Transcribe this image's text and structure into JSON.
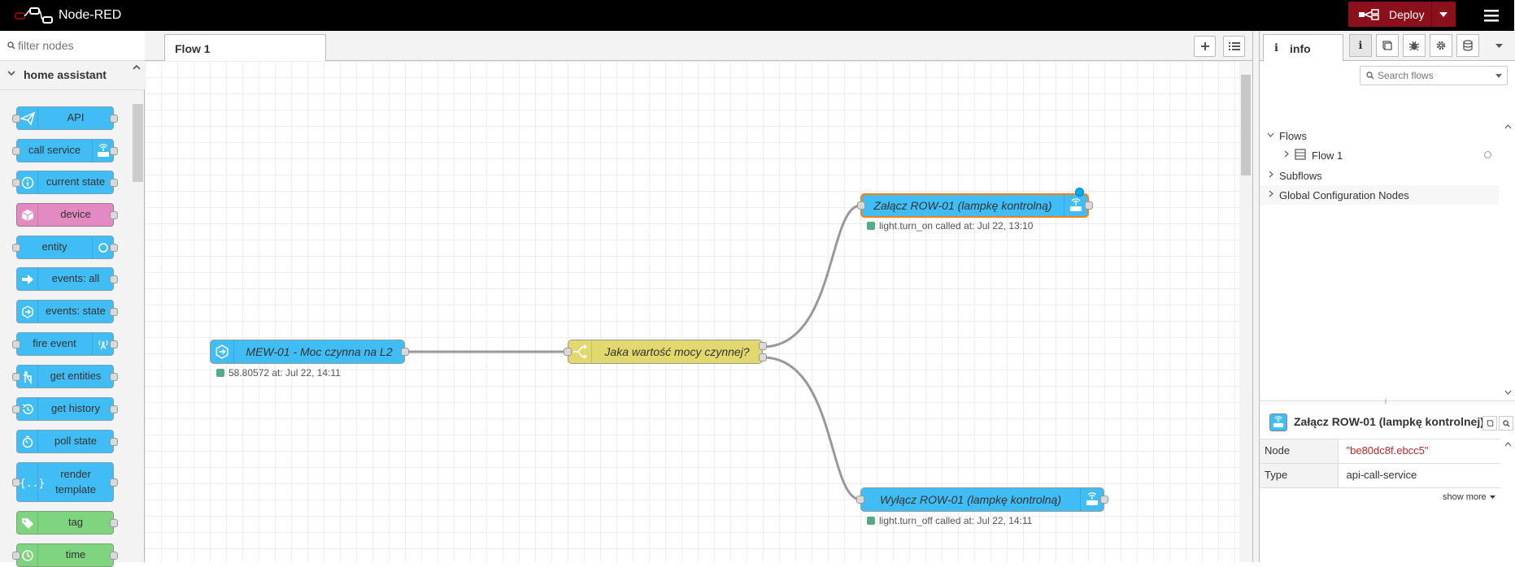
{
  "app": {
    "title": "Node-RED"
  },
  "header": {
    "deploy_label": "Deploy"
  },
  "palette": {
    "filter_placeholder": "filter nodes",
    "category": "home assistant",
    "nodes": [
      {
        "label": "API",
        "icon": "paper-plane-icon",
        "color": "#41bdf5"
      },
      {
        "label": "call service",
        "icon": "router-icon",
        "color": "#41bdf5"
      },
      {
        "label": "current state",
        "icon": "info-circle-icon",
        "color": "#41bdf5"
      },
      {
        "label": "device",
        "icon": "cube-icon",
        "color": "#e38ac3"
      },
      {
        "label": "entity",
        "icon": "circle-icon",
        "color": "#41bdf5"
      },
      {
        "label": "events: all",
        "icon": "arrow-right-icon",
        "color": "#41bdf5"
      },
      {
        "label": "events: state",
        "icon": "hexagon-arrow-icon",
        "color": "#41bdf5"
      },
      {
        "label": "fire event",
        "icon": "broadcast-icon",
        "color": "#41bdf5"
      },
      {
        "label": "get entities",
        "icon": "hand-icon",
        "color": "#41bdf5"
      },
      {
        "label": "get history",
        "icon": "history-icon",
        "color": "#41bdf5"
      },
      {
        "label": "poll state",
        "icon": "timer-icon",
        "color": "#41bdf5"
      },
      {
        "label_line1": "render",
        "label_line2": "template",
        "icon": "braces-icon",
        "color": "#41bdf5"
      },
      {
        "label": "tag",
        "icon": "tag-icon",
        "color": "#7fd47f"
      },
      {
        "label": "time",
        "icon": "clock-icon",
        "color": "#7fd47f"
      }
    ]
  },
  "workspace": {
    "tabs": [
      {
        "label": "Flow 1"
      }
    ],
    "nodes": {
      "source": {
        "label": "MEW-01 - Moc czynna na L2",
        "status": "58.80572 at: Jul 22, 14:11"
      },
      "switch": {
        "label": "Jaka wartość mocy czynnej?"
      },
      "on": {
        "label": "Załącz ROW-01 (lampkę kontrolną)",
        "status": "light.turn_on called at: Jul 22, 13:10"
      },
      "off": {
        "label": "Wyłącz ROW-01 (lampkę kontrolną)",
        "status": "light.turn_off called at: Jul 22, 14:11"
      }
    }
  },
  "sidebar": {
    "active_tab": "info",
    "search_placeholder": "Search flows",
    "tree": {
      "flows": "Flows",
      "flow1": "Flow 1",
      "subflows": "Subflows",
      "global_config": "Global Configuration Nodes"
    },
    "selected_node": {
      "title": "Załącz ROW-01 (lampkę kontrolnej)",
      "props": [
        {
          "key": "Node",
          "value": "\"be80dc8f.ebcc5\""
        },
        {
          "key": "Type",
          "value": "api-call-service"
        }
      ],
      "show_more": "show more"
    }
  },
  "colors": {
    "header": "#000000",
    "deploy": "#8c101c",
    "ha_node": "#41bdf5",
    "switch_node": "#e2d96e",
    "selected_outline": "#ff7f0e"
  }
}
